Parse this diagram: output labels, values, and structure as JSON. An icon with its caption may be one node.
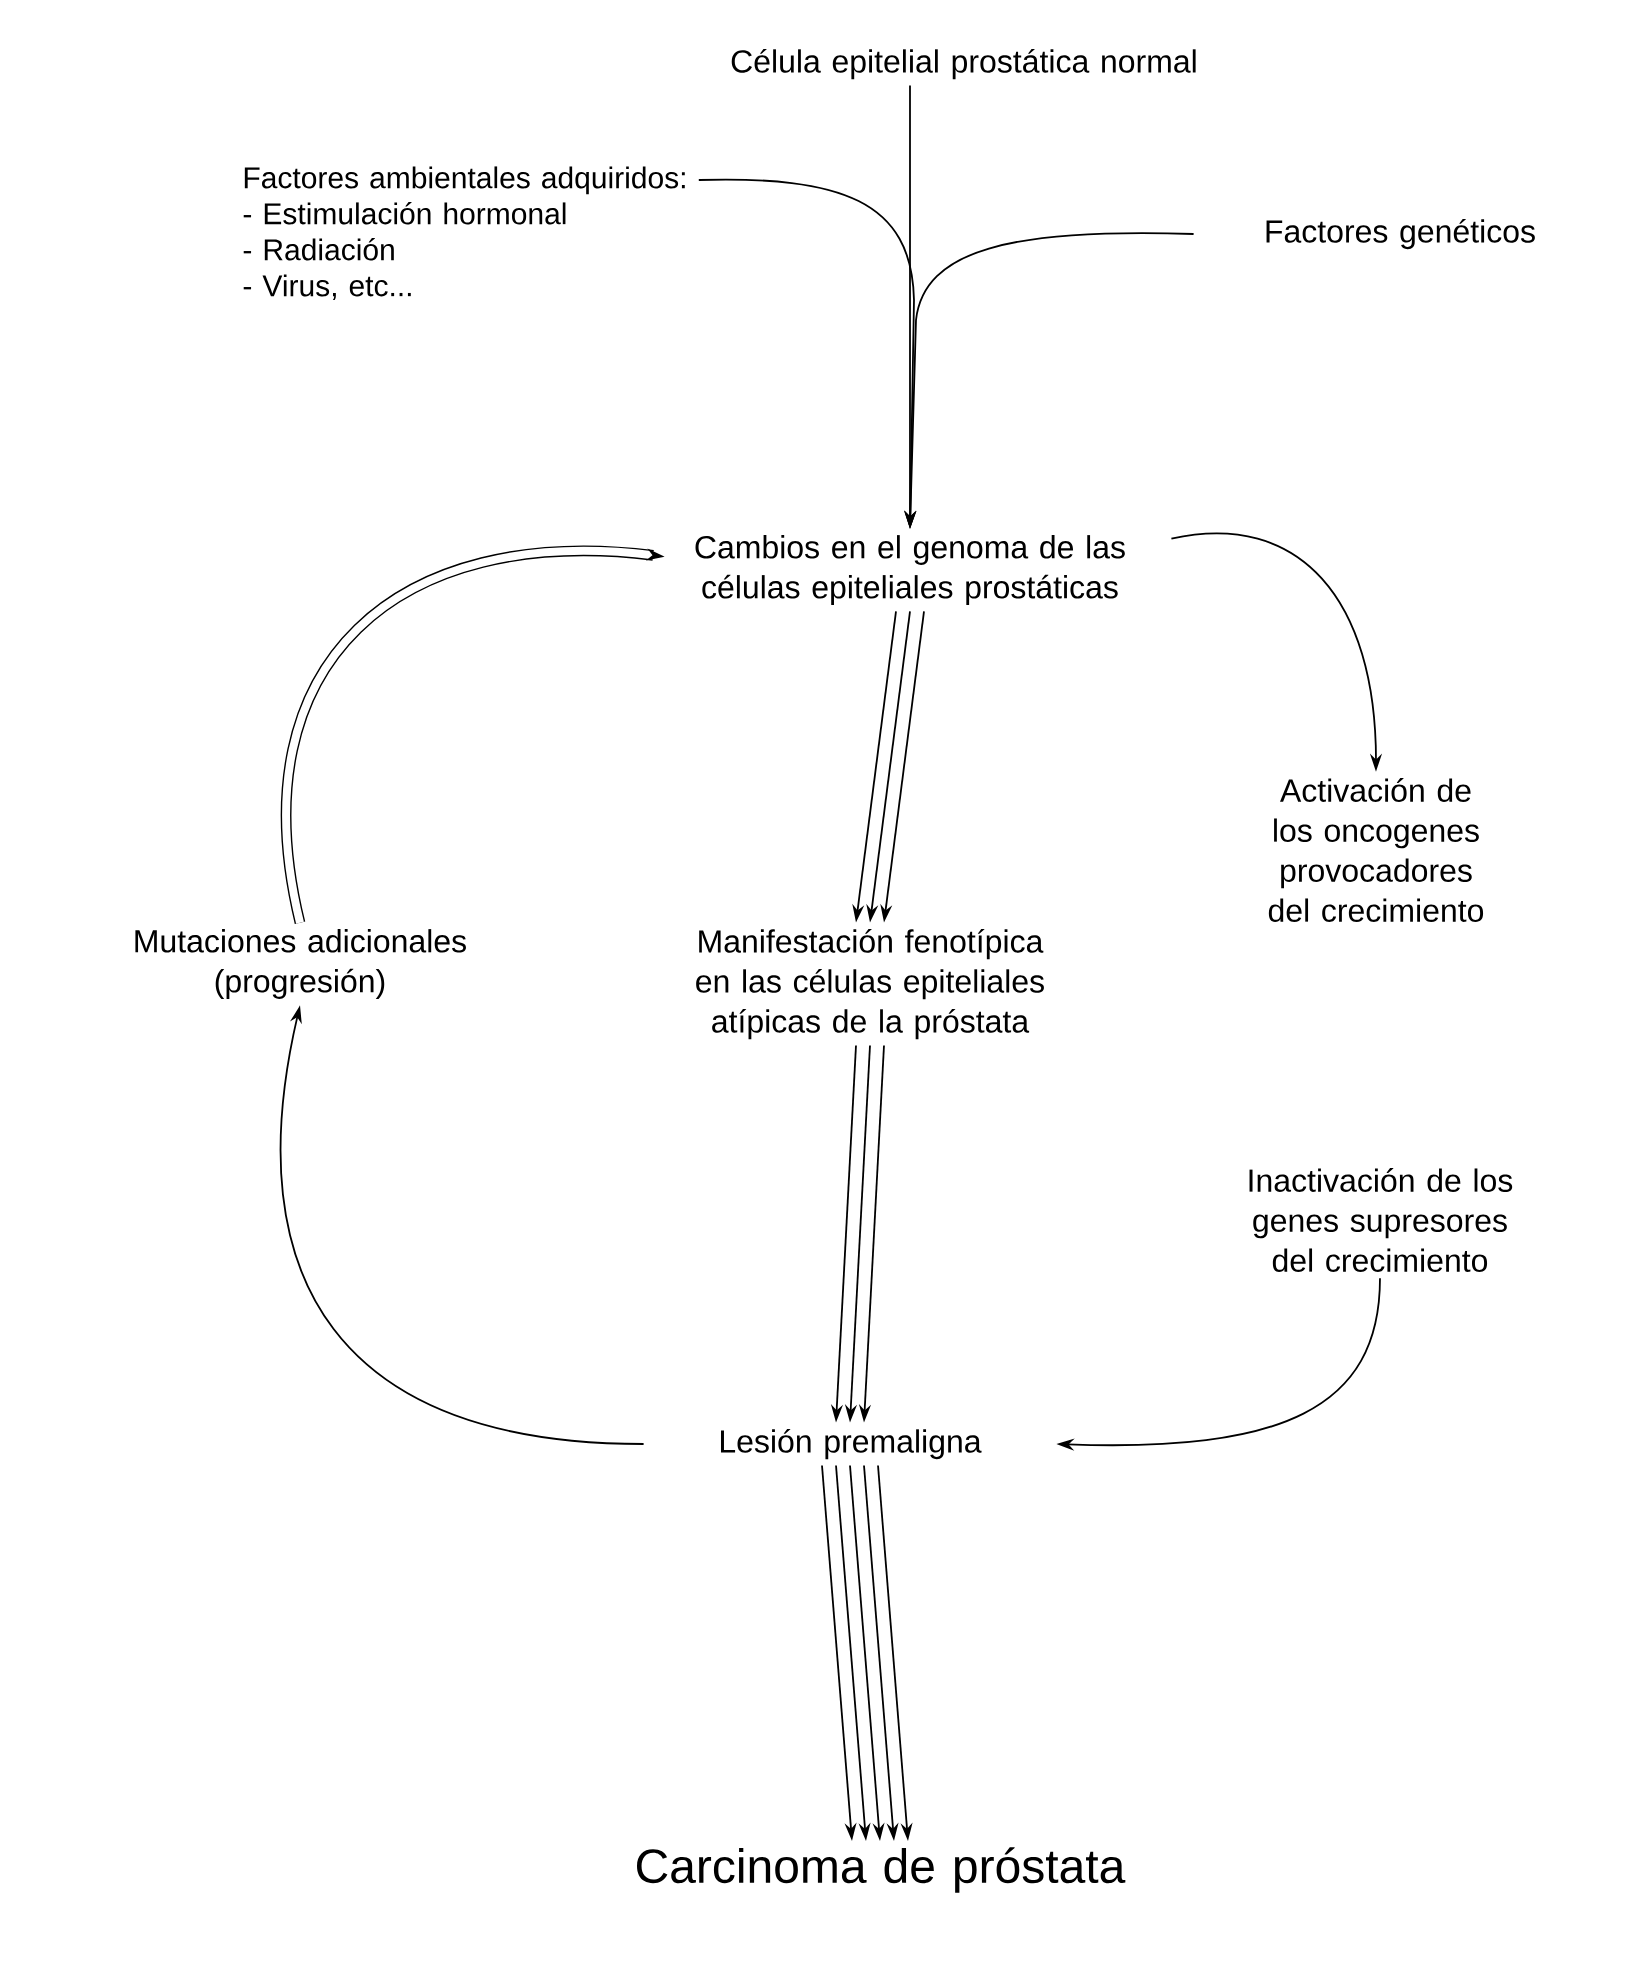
{
  "diagram": {
    "nodes": [
      {
        "text": [
          "Célula epitelial prostática normal"
        ]
      },
      {
        "text": [
          "Factores ambientales adquiridos:",
          "- Estimulación hormonal",
          "- Radiación",
          "- Virus, etc..."
        ]
      },
      {
        "text": [
          "Factores genéticos"
        ]
      },
      {
        "text": [
          "Cambios en el genoma de las células epiteliales prostáticas"
        ]
      },
      {
        "text": [
          "Activación de los oncogenes provocadores del crecimiento"
        ]
      },
      {
        "text": [
          "Mutaciones adicionales (progresión)"
        ]
      },
      {
        "text": [
          "Manifestación fenotípica en las células epiteliales atípicas de la próstata"
        ]
      },
      {
        "text": [
          "Inactivación de los genes supresores del crecimiento"
        ]
      },
      {
        "text": [
          "Lesión premaligna"
        ]
      },
      {
        "text": [
          "Carcinoma de próstata"
        ]
      }
    ],
    "edges": [
      {
        "from": 0,
        "to": 3,
        "arrow": "to"
      },
      {
        "from": 1,
        "to": 3,
        "arrow": "to"
      },
      {
        "from": 2,
        "to": 3,
        "arrow": "to"
      },
      {
        "from": 3,
        "to": 4,
        "arrow": "to"
      },
      {
        "from": 3,
        "to": 6,
        "arrow": "to"
      },
      {
        "from": 6,
        "to": 8,
        "arrow": "to"
      },
      {
        "from": 7,
        "to": 8,
        "arrow": "to"
      },
      {
        "from": 8,
        "to": 5,
        "arrow": "to"
      },
      {
        "from": 5,
        "to": 3,
        "arrow": "to",
        "style": "thick"
      },
      {
        "from": 8,
        "to": 9,
        "arrow": "to"
      }
    ]
  }
}
